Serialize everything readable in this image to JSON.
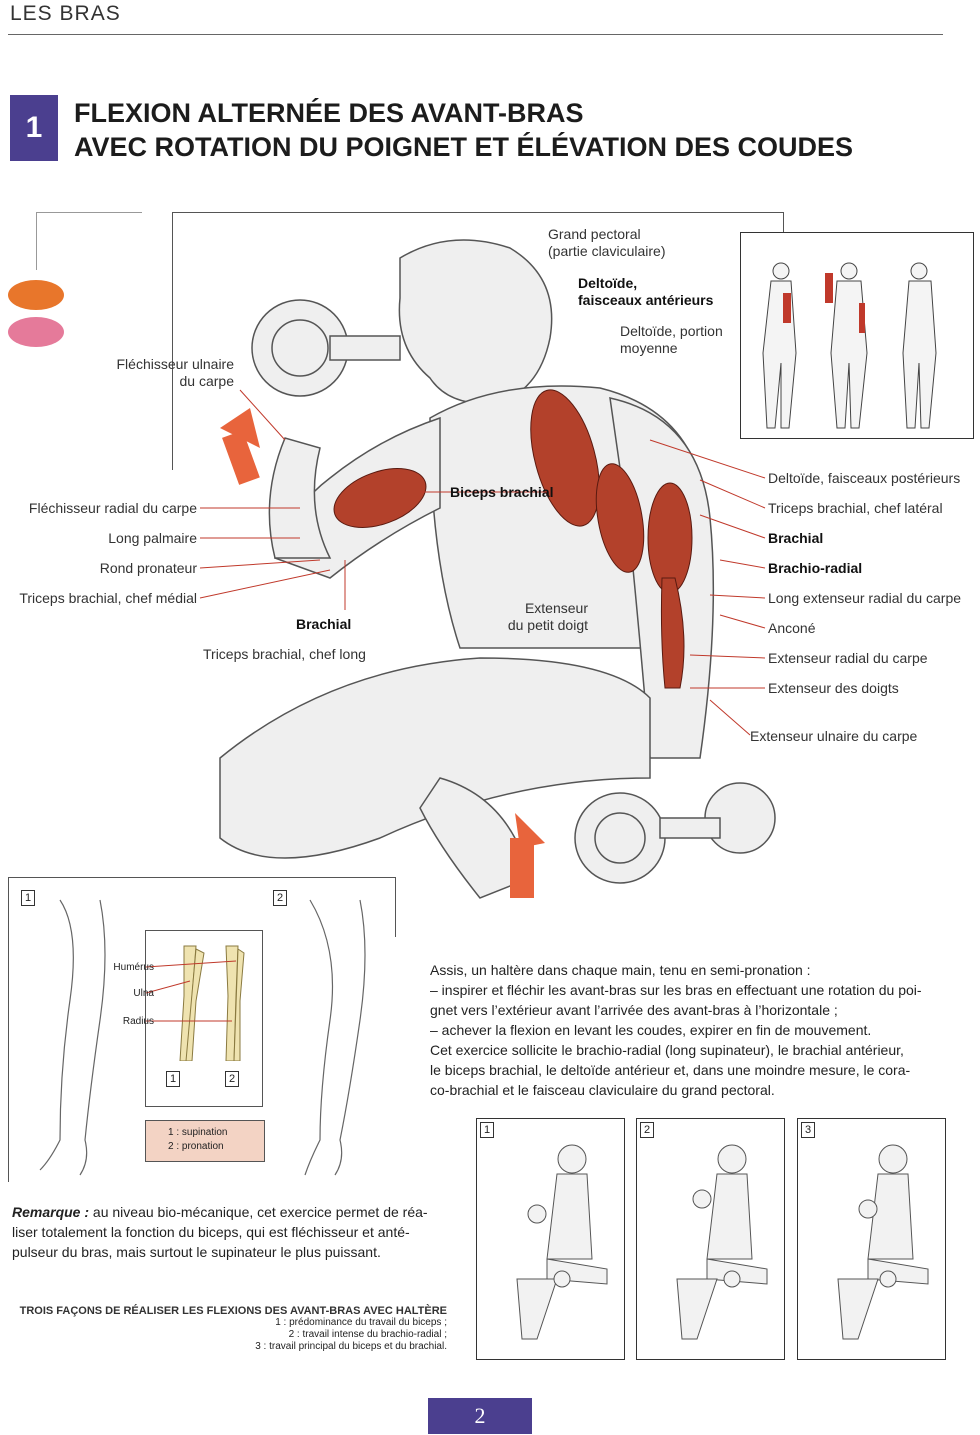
{
  "header": {
    "section": "LES BRAS"
  },
  "exercise": {
    "number": "1",
    "title_line1": "FLEXION ALTERNÉE DES AVANT-BRAS",
    "title_line2": "AVEC ROTATION DU POIGNET ET ÉLÉVATION DES COUDES"
  },
  "colors": {
    "accent": "#4b3f8f",
    "muscle": "#b3412b",
    "target_primary": "#e8762b",
    "target_secondary": "#e57a9a",
    "arrow": "#e8643c"
  },
  "labels": {
    "flechisseur_ulnaire": [
      "Fléchisseur ulnaire",
      "du carpe"
    ],
    "flechisseur_radial": "Fléchisseur radial du carpe",
    "long_palmaire": "Long palmaire",
    "rond_pronateur": "Rond pronateur",
    "triceps_medial": "Triceps brachial, chef médial",
    "brachial_left": "Brachial",
    "triceps_long": "Triceps brachial, chef long",
    "biceps": "Biceps brachial",
    "grand_pectoral": [
      "Grand pectoral",
      "(partie claviculaire)"
    ],
    "deltoide_ant": [
      "Deltoïde,",
      "faisceaux antérieurs"
    ],
    "deltoide_moy": [
      "Deltoïde, portion",
      "moyenne"
    ],
    "extenseur_petit_doigt": [
      "Extenseur",
      "du petit doigt"
    ],
    "deltoide_post": "Deltoïde, faisceaux postérieurs",
    "triceps_lateral": "Triceps brachial, chef latéral",
    "brachial_right": "Brachial",
    "brachio_radial": "Brachio-radial",
    "long_extenseur": "Long extenseur radial du carpe",
    "ancone": "Anconé",
    "extenseur_radial": "Extenseur radial du carpe",
    "extenseur_doigts": "Extenseur des doigts",
    "extenseur_ulnaire": "Extenseur ulnaire du carpe"
  },
  "rotation_figure": {
    "tag1": "1",
    "tag2": "2",
    "humerus": "Humérus",
    "ulna": "Ulna",
    "radius": "Radius",
    "legend1": "1 : supination",
    "legend2": "2 : pronation"
  },
  "description": [
    "Assis, un haltère dans chaque main, tenu en semi-pronation :",
    "– inspirer et fléchir les avant-bras sur les bras en effectuant une rotation du poi-",
    "gnet vers l’extérieur avant l’arrivée des avant-bras à l’horizontale ;",
    "– achever la flexion en levant les coudes, expirer en fin de mouvement.",
    "Cet exercice sollicite le brachio-radial (long supinateur), le brachial antérieur,",
    "le biceps brachial, le deltoïde antérieur et, dans une moindre mesure, le cora-",
    "co-brachial et le faisceau claviculaire du grand pectoral."
  ],
  "remark": {
    "label": "Remarque :",
    "lines": [
      " au niveau bio-mécanique, cet exercice permet de réa-",
      "liser totalement la fonction du biceps, qui est fléchisseur et anté-",
      "pulseur du bras, mais surtout le supinateur le plus puissant."
    ]
  },
  "ways": {
    "title": "TROIS FAÇONS DE RÉALISER LES FLEXIONS DES AVANT-BRAS AVEC HALTÈRE",
    "lines": [
      "1 : prédominance du travail du biceps ;",
      "2 : travail intense du brachio-radial ;",
      "3 : travail principal du biceps et du brachial."
    ],
    "tags": [
      "1",
      "2",
      "3"
    ]
  },
  "page_number": "2"
}
